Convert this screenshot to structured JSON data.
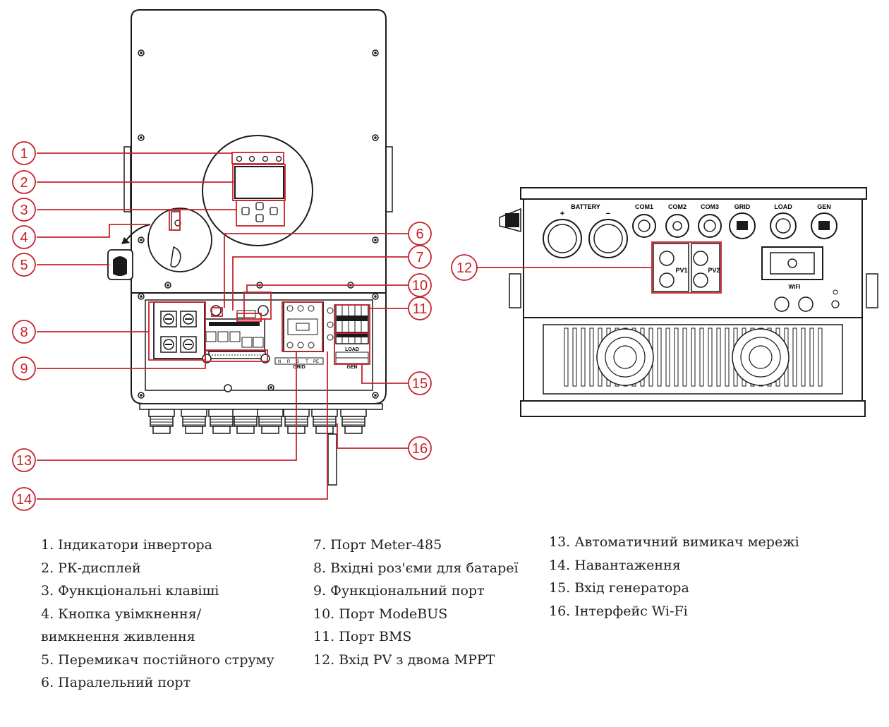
{
  "colors": {
    "callout": "#c8232c",
    "outline": "#1a1a1a",
    "text": "#222222"
  },
  "front_view": {
    "grid_terminal_labels": [
      "N",
      "R",
      "S",
      "T",
      "PE"
    ],
    "grid_label": "GRID",
    "load_label": "LOAD",
    "gen_label": "GEN"
  },
  "bottom_view": {
    "port_labels": {
      "battery": "BATTERY",
      "battery_plus": "+",
      "battery_minus": "−",
      "com1": "COM1",
      "com2": "COM2",
      "com3": "COM3",
      "grid": "GRID",
      "load": "LOAD",
      "gen": "GEN"
    },
    "pv1_label": "PV1",
    "pv2_label": "PV2",
    "wifi_label": "WIFI"
  },
  "callouts": [
    "1",
    "2",
    "3",
    "4",
    "5",
    "6",
    "7",
    "8",
    "9",
    "10",
    "11",
    "12",
    "13",
    "14",
    "15",
    "16"
  ],
  "legend": {
    "col1": [
      "1.  Індикатори інвертора",
      "2.  РК-дисплей",
      "3.  Функціональні клавіші",
      "4.  Кнопка увімкнення/",
      "вимкнення живлення",
      "5.  Перемикач постійного струму",
      "6.  Паралельний порт"
    ],
    "col2": [
      "7. Порт Meter-485",
      "8. Вхідні роз'єми для батареї",
      "9. Функціональний порт",
      "10. Порт ModeBUS",
      "11. Порт BMS",
      "12. Вхід PV з двома MPPT"
    ],
    "col3": [
      "13.   Автоматичний вимикач мережі",
      "14. Навантаження",
      "15. Вхід генератора",
      "16. Інтерфейс Wi-Fi"
    ]
  }
}
